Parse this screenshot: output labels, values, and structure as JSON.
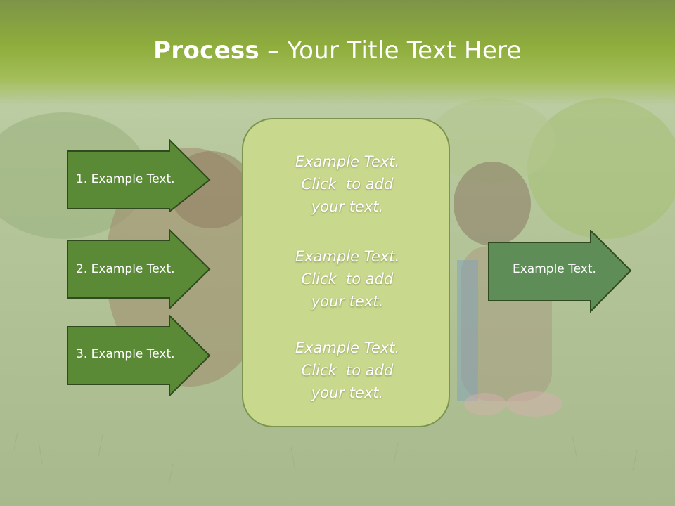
{
  "header": {
    "title_bold": "Process",
    "title_rest": " – Your Title Text Here"
  },
  "left_steps": [
    {
      "label": "1. Example Text."
    },
    {
      "label": "2. Example Text."
    },
    {
      "label": "3. Example Text."
    }
  ],
  "center_panel": {
    "blocks": [
      {
        "line1": "Example Text.",
        "line2": "Click  to add",
        "line3": "your text."
      },
      {
        "line1": "Example Text.",
        "line2": "Click  to add",
        "line3": "your text."
      },
      {
        "line1": "Example Text.",
        "line2": "Click  to add",
        "line3": "your text."
      }
    ]
  },
  "right_arrow": {
    "label": "Example Text."
  },
  "colors": {
    "header": "#8fae3c",
    "arrow_fill": "#5a8a36",
    "right_arrow_fill": "#5f8d58",
    "panel_fill": "#c8d88c"
  }
}
